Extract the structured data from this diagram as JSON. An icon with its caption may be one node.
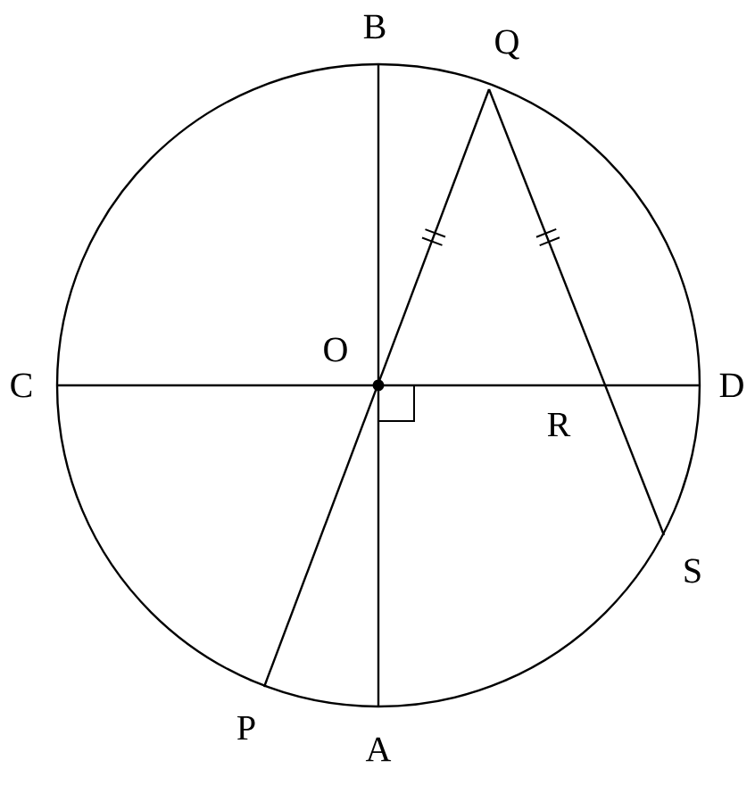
{
  "diagram": {
    "nodes": [
      {
        "text": [
          "B"
        ]
      },
      {
        "text": [
          "Q"
        ]
      },
      {
        "text": [
          "O"
        ]
      },
      {
        "text": [
          "C"
        ]
      },
      {
        "text": [
          "D"
        ]
      },
      {
        "text": [
          "R"
        ]
      },
      {
        "text": [
          "S"
        ]
      },
      {
        "text": [
          "P"
        ]
      },
      {
        "text": [
          "A"
        ]
      }
    ],
    "edges": [
      {
        "from": 0,
        "to": 8,
        "arrow": "none"
      },
      {
        "from": 3,
        "to": 4,
        "arrow": "none"
      },
      {
        "from": 1,
        "to": 7,
        "arrow": "none"
      },
      {
        "from": 1,
        "to": 6,
        "arrow": "none"
      }
    ]
  }
}
